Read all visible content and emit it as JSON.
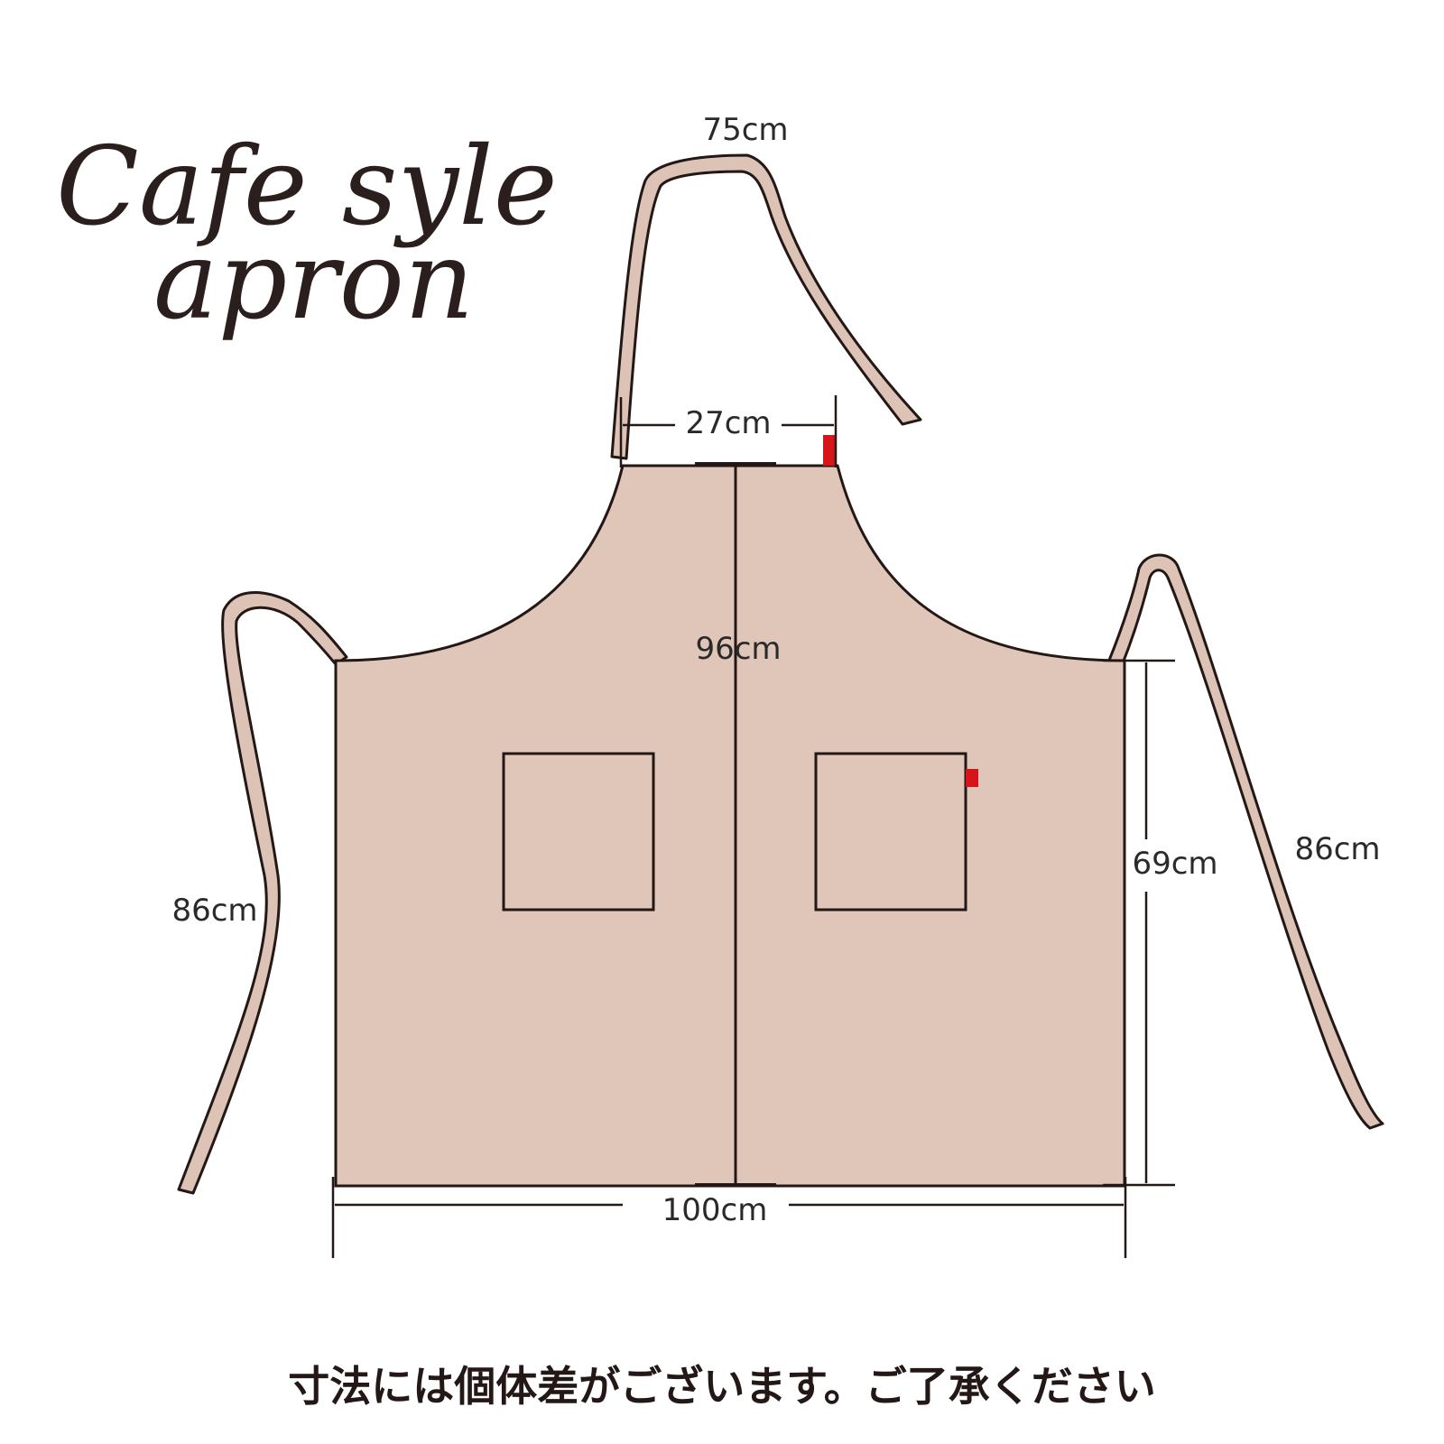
{
  "title": {
    "line1": "Cafe syle",
    "line2": "apron"
  },
  "dimensions": {
    "neck_strap": "75cm",
    "neck_width": "27cm",
    "length": "96cm",
    "body_height": "69cm",
    "width": "100cm",
    "tie_left": "86cm",
    "tie_right": "86cm"
  },
  "note": "寸法には個体差がございます。ご了承ください",
  "colors": {
    "fabric": "#dfc6b9",
    "strap": "#dcc3b6",
    "outline": "#231815",
    "tag": "#d7141a",
    "background": "#ffffff"
  }
}
